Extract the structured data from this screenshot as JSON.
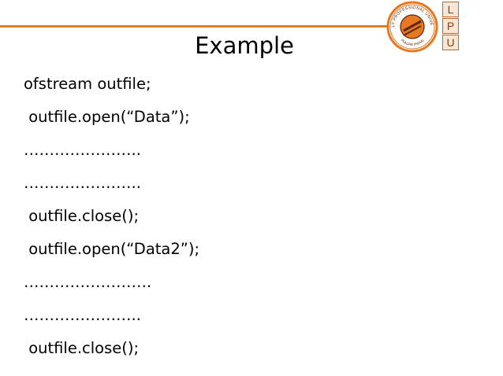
{
  "slide": {
    "title": "Example",
    "lines": [
      "ofstream outfile;",
      " outfile.open(“Data”);",
      "…………………..",
      "…………………..",
      " outfile.close();",
      " outfile.open(“Data2”);",
      "…………………….",
      "…………………..",
      " outfile.close();"
    ]
  },
  "logo": {
    "letters": [
      "L",
      "P",
      "U"
    ],
    "seal_text_top": "LOVELY PROFESSIONAL UNIVERSITY",
    "seal_text_bottom": "PUNJAB (INDIA)"
  },
  "colors": {
    "accent": "#d9822b",
    "seal": "#e87722",
    "seal_dark": "#5a2a12"
  }
}
